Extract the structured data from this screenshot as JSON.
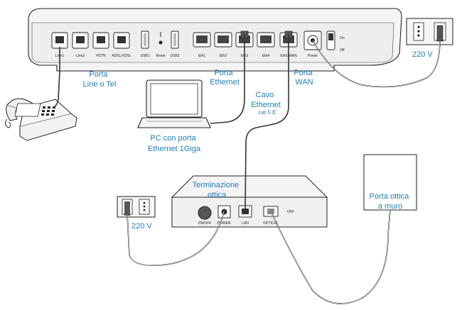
{
  "router": {
    "ports": [
      "Line1",
      "Line2",
      "PSTN",
      "ADSL/VDSL",
      "USB1",
      "Reset",
      "USB2",
      "Eth1",
      "Eth2",
      "Eth3",
      "Eth4",
      "Eth5/WAN",
      "Power"
    ],
    "switch_on": "On",
    "switch_off": "Off"
  },
  "labels": {
    "porta_line": [
      "Porta",
      "Line o Tel"
    ],
    "porta_ethernet": [
      "Porta",
      "Ethernet"
    ],
    "porta_wan": [
      "Porta",
      "WAN"
    ],
    "cavo_ethernet": [
      "Cavo",
      "Ethernet"
    ],
    "cavo_cat": "cat 5 E",
    "pc": [
      "PC con porta",
      "Ethernet 1Giga"
    ],
    "terminazione": [
      "Terminazione",
      "ottica"
    ],
    "porta_ottica": [
      "Porta ottica",
      "a muro"
    ],
    "voltage_right": "220 V",
    "voltage_left": "220 V"
  },
  "ont": {
    "ports": [
      "ON/OFF",
      "POWER",
      "LAN",
      "OPTICAL"
    ],
    "off_label": "OFF"
  }
}
